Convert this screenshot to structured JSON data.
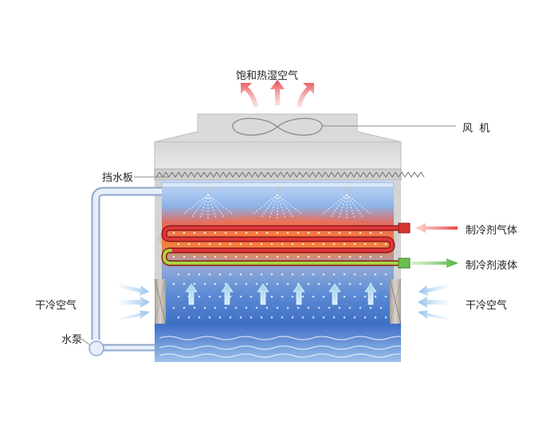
{
  "labels": {
    "exhaust_air": "饱和热湿空气",
    "fan": "风  机",
    "drift_eliminator": "挡水板",
    "refrigerant_gas": "制冷剂气体",
    "refrigerant_liquid": "制冷剂液体",
    "dry_cold_air_left": "干冷空气",
    "dry_cold_air_right": "干冷空气",
    "water_pump": "水泵"
  },
  "colors": {
    "exhaust_arrow": "#e8454a",
    "gas_arrow": "#e8454a",
    "liquid_arrow": "#5fb74a",
    "coil_gas": "#e0363a",
    "coil_liquid": "#a8d43c",
    "inlet_air_arrow": "#a8d0ee",
    "casing": "#dcdcdc",
    "pipe": "#c6d6ee"
  }
}
